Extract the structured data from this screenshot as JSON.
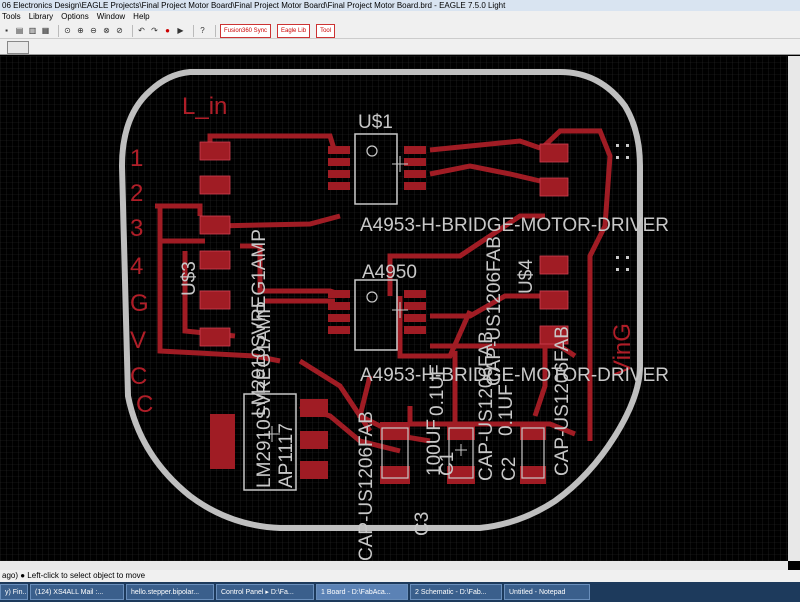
{
  "window": {
    "title": "06 Electronics Design\\EAGLE Projects\\Final Project Motor Board\\Final Project Motor Board\\Final Project Motor Board.brd - EAGLE 7.5.0 Light"
  },
  "menu": [
    "Tools",
    "Library",
    "Options",
    "Window",
    "Help"
  ],
  "toolbar": {
    "badges": [
      "Fusion360 Sync",
      "Eagle Lib",
      "Tool"
    ]
  },
  "board_labels": {
    "l_in": "L_in",
    "pin1": "1",
    "pin2": "2",
    "pin3": "3",
    "pin4": "4",
    "pinG": "G",
    "pinV": "V",
    "pinC1": "C",
    "pinC2": "C",
    "u1": "U$1",
    "u1_value": "A4953-H-BRIDGE-MOTOR-DRIVER",
    "u2_name": "A4950",
    "u2_value": "A4953-H-BRIDGE-MOTOR-DRIVER",
    "u3": "U$3",
    "u3_value": "LM2910SVREG1AMP",
    "u4": "U$4",
    "reg_name": "LM2910SVREG1AMP",
    "reg_value": "AP1117",
    "vin": "VinG",
    "c1": "C1",
    "c1_value": "0.1UF",
    "c2": "C2",
    "c2_value": "CAP-US1206FAB",
    "c3": "C3",
    "c3_value": "100UF",
    "cap_pkg1": "CAP-US1206FAB",
    "cap_pkg2": "CAP-US1206FAB",
    "cap_pkg3": "CAP-US1206FAB",
    "cap_val2": "0.1UF"
  },
  "status": {
    "text": "ago) ● Left-click to select object to move"
  },
  "taskbar": [
    "y) Fin...",
    "(124) XS4ALL Mail :...",
    "hello.stepper.bipolar...",
    "Control Panel ▸ D:\\Fa...",
    "1 Board - D:\\FabAca...",
    "2 Schematic - D:\\Fab...",
    "Untitled - Notepad"
  ],
  "colors": {
    "copper": "#a01c24",
    "outline": "#bfbfbf",
    "silk": "#c8c8c8",
    "grid": "#2a2a2a"
  }
}
